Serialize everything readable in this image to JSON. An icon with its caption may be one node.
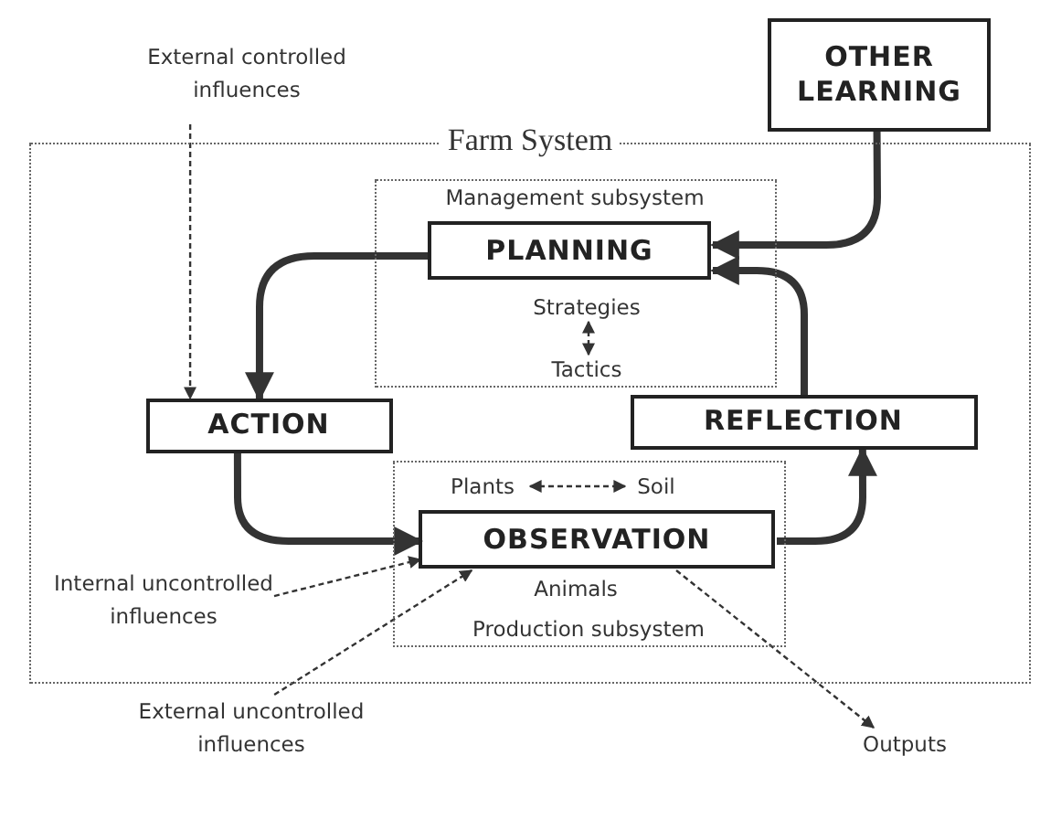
{
  "diagram": {
    "nodes": [
      {
        "text": [
          "External controlled influences"
        ]
      },
      {
        "text": [
          "OTHER LEARNING"
        ]
      },
      {
        "text": [
          "Farm System"
        ]
      },
      {
        "text": [
          "Management subsystem"
        ],
        "in": 2
      },
      {
        "text": [
          "PLANNING"
        ],
        "in": 3
      },
      {
        "text": [
          "Strategies"
        ],
        "in": 3
      },
      {
        "text": [
          "Tactics"
        ],
        "in": 3
      },
      {
        "text": [
          "ACTION"
        ],
        "in": 2
      },
      {
        "text": [
          "REFLECTION"
        ],
        "in": 2
      },
      {
        "text": [
          "Production subsystem"
        ],
        "in": 2
      },
      {
        "text": [
          "Plants"
        ],
        "in": 9
      },
      {
        "text": [
          "Soil"
        ],
        "in": 9
      },
      {
        "text": [
          "OBSERVATION"
        ],
        "in": 9
      },
      {
        "text": [
          "Animals"
        ],
        "in": 9
      },
      {
        "text": [
          "Internal uncontrolled influences"
        ],
        "in": 2
      },
      {
        "text": [
          "External uncontrolled influences"
        ]
      },
      {
        "text": [
          "Outputs"
        ]
      }
    ],
    "edges": [
      {
        "from": 1,
        "to": 4,
        "arrow": "to",
        "style": "thick"
      },
      {
        "from": 4,
        "to": 7,
        "arrow": "to",
        "style": "thick"
      },
      {
        "from": 7,
        "to": 12,
        "arrow": "to",
        "style": "thick"
      },
      {
        "from": 12,
        "to": 8,
        "arrow": "to",
        "style": "thick"
      },
      {
        "from": 8,
        "to": 4,
        "arrow": "to",
        "style": "thick"
      },
      {
        "from": 5,
        "to": 6,
        "arrow": "both",
        "style": "dashed"
      },
      {
        "from": 10,
        "to": 11,
        "arrow": "both",
        "style": "dashed"
      },
      {
        "from": 0,
        "to": 7,
        "arrow": "to",
        "style": "dashed"
      },
      {
        "from": 14,
        "to": 12,
        "arrow": "to",
        "style": "dashed"
      },
      {
        "from": 15,
        "to": 12,
        "arrow": "to",
        "style": "dashed"
      },
      {
        "from": 12,
        "to": 16,
        "arrow": "to",
        "style": "dashed"
      }
    ]
  }
}
